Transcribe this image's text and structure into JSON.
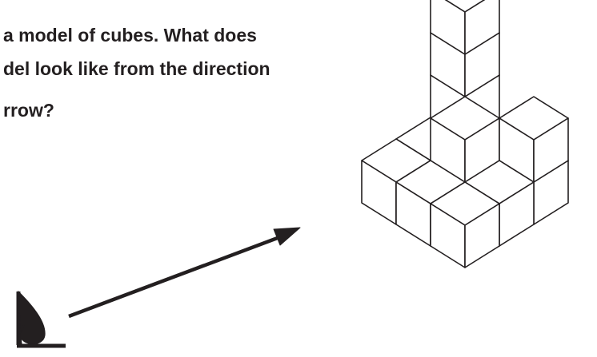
{
  "question": {
    "lines": [
      "a model of cubes. What does",
      "del look like from the direction",
      "rrow?"
    ]
  },
  "model": {
    "description_hidden": false,
    "cubes": [
      {
        "col": 0,
        "row": 0,
        "level": 0
      },
      {
        "col": 0,
        "row": 0,
        "level": 1
      },
      {
        "col": 0,
        "row": 0,
        "level": 2
      },
      {
        "col": 0,
        "row": 0,
        "level": 3
      },
      {
        "col": 1,
        "row": 0,
        "level": 0
      },
      {
        "col": 2,
        "row": 0,
        "level": 0
      },
      {
        "col": 2,
        "row": 0,
        "level": 1
      },
      {
        "col": 0,
        "row": 1,
        "level": 0
      },
      {
        "col": 1,
        "row": 1,
        "level": 0
      },
      {
        "col": 1,
        "row": 1,
        "level": 1
      },
      {
        "col": 2,
        "row": 1,
        "level": 0
      },
      {
        "col": 0,
        "row": 2,
        "level": 0
      },
      {
        "col": 1,
        "row": 2,
        "level": 0
      },
      {
        "col": 2,
        "row": 2,
        "level": 0
      }
    ]
  },
  "colors": {
    "ink": "#231f20",
    "paper": "#ffffff"
  },
  "icons": {
    "viewer": "eye-icon",
    "direction": "arrow-icon"
  }
}
